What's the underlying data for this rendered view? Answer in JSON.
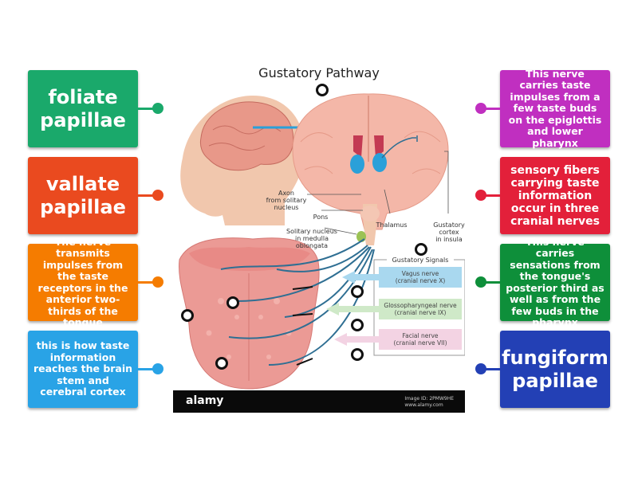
{
  "diagram": {
    "title": "Gustatory Pathway",
    "labels": {
      "axon": "Axon\nfrom solitary\nnucleus",
      "pons": "Pons",
      "solitary": "Solitary nucleus\nin medulla oblongata",
      "thalamus": "Thalamus",
      "gustatory_cortex": "Gustatory\ncortex\nin insula",
      "signals_title": "Gustatory Signals",
      "vagus": "Vagus nerve\n(cranial nerve X)",
      "glosso": "Glossopharyngeal nerve\n(cranial nerve IX)",
      "facial": "Facial nerve\n(cranial nerve VII)"
    },
    "footer": {
      "brand": "alamy",
      "image_id": "Image ID: 2PMW9HE",
      "url": "www.alamy.com"
    }
  },
  "cards": {
    "left": [
      {
        "text": "foliate papillae",
        "color": "#1aa96b"
      },
      {
        "text": "vallate papillae",
        "color": "#ea4a1f"
      },
      {
        "text": "The nerve transmits impulses from the taste receptors in the anterior two-thirds of the tongue",
        "color": "#f57c00"
      },
      {
        "text": "this is how taste information reaches the brain stem and cerebral cortex",
        "color": "#29a3e6"
      }
    ],
    "right": [
      {
        "text": "This nerve carries taste impulses from a few taste buds on the epiglottis and lower pharynx",
        "color": "#c02fc0"
      },
      {
        "text": "sensory fibers carrying taste information occur in three cranial nerves",
        "color": "#e3203a"
      },
      {
        "text": "This nerve carries sensations from the tongue's posterior third as well as from the few buds in the pharynx",
        "color": "#0e8f3a"
      },
      {
        "text": "fungiform papillae",
        "color": "#2340b5"
      }
    ]
  },
  "colors": {
    "brain": "#f4b7a8",
    "tongue": "#eb9a95",
    "nerve": "#2f6f93",
    "arrow": "#2aa0d9",
    "vagus_box": "#a9d8ef",
    "glosso_box": "#cfe9c8",
    "facial_box": "#f3d3e3"
  }
}
